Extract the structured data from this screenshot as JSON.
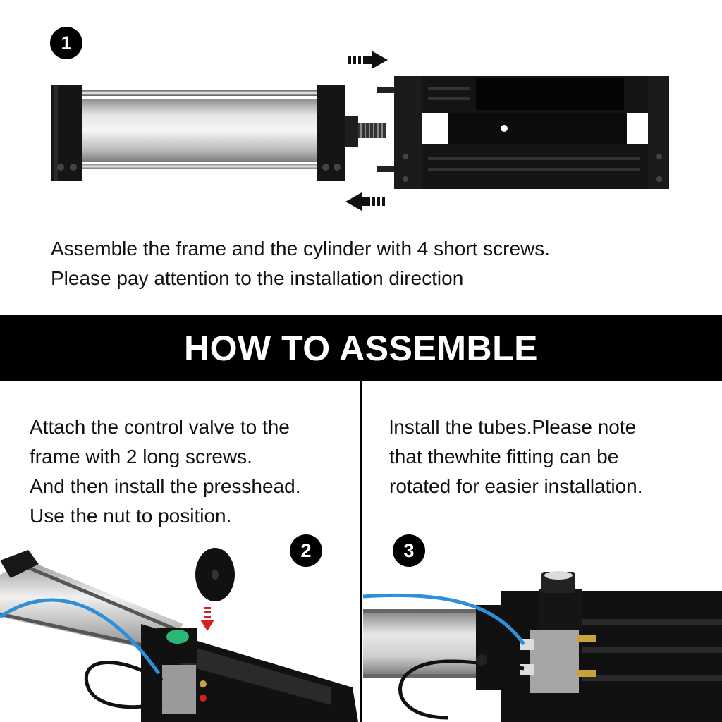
{
  "step1": {
    "badge": "1",
    "lines": [
      "Assemble the frame and the cylinder with 4 short screws.",
      "Please pay attention to the installation direction"
    ]
  },
  "banner": {
    "title": "HOW TO ASSEMBLE"
  },
  "step2": {
    "badge": "2",
    "lines": [
      "Attach the control valve to the",
      "frame with 2 long screws.",
      "And then install the presshead.",
      "Use the nut to position."
    ]
  },
  "step3": {
    "badge": "3",
    "lines": [
      "lnstall the tubes.Please note",
      "that thewhite fitting can be",
      "rotated for easier installation."
    ]
  },
  "colors": {
    "banner": "#000000",
    "tube": "#2f8fd8",
    "valve_button": "#2bb673",
    "arrow_red": "#d42020"
  }
}
